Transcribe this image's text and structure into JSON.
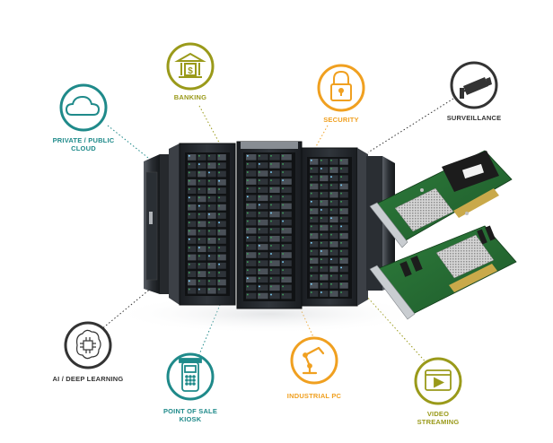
{
  "colors": {
    "teal": "#1f8a8a",
    "olive": "#9a9a1a",
    "orange": "#f0a020",
    "dark": "#333333"
  },
  "applications": [
    {
      "id": "cloud",
      "label_lines": [
        "PRIVATE / PUBLIC",
        "CLOUD"
      ],
      "icon": "cloud-icon",
      "color": "#1f8a8a"
    },
    {
      "id": "banking",
      "label_lines": [
        "BANKING"
      ],
      "icon": "bank-icon",
      "color": "#9a9a1a"
    },
    {
      "id": "security",
      "label_lines": [
        "SECURITY"
      ],
      "icon": "lock-icon",
      "color": "#f0a020"
    },
    {
      "id": "surveillance",
      "label_lines": [
        "SURVEILLANCE"
      ],
      "icon": "camera-icon",
      "color": "#333333"
    },
    {
      "id": "ai",
      "label_lines": [
        "AI / DEEP LEARNING"
      ],
      "icon": "brain-chip-icon",
      "color": "#333333"
    },
    {
      "id": "pos",
      "label_lines": [
        "POINT OF SALE",
        "KIOSK"
      ],
      "icon": "card-terminal-icon",
      "color": "#1f8a8a"
    },
    {
      "id": "industrial",
      "label_lines": [
        "INDUSTRIAL PC"
      ],
      "icon": "robot-arm-icon",
      "color": "#f0a020"
    },
    {
      "id": "video",
      "label_lines": [
        "VIDEO",
        "STREAMING"
      ],
      "icon": "video-play-icon",
      "color": "#9a9a1a"
    }
  ]
}
